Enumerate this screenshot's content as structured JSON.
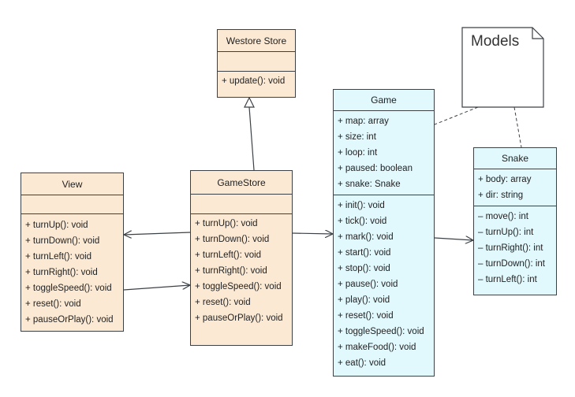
{
  "note": {
    "label": "Models"
  },
  "classes": {
    "westore": {
      "name": "Westore Store",
      "attributes": [],
      "methods": [
        "+ update(): void"
      ]
    },
    "view": {
      "name": "View",
      "attributes": [],
      "methods": [
        "+ turnUp(): void",
        "+ turnDown(): void",
        "+ turnLeft(): void",
        "+ turnRight(): void",
        "+ toggleSpeed(): void",
        "+ reset(): void",
        "+ pauseOrPlay(): void"
      ]
    },
    "gamestore": {
      "name": "GameStore",
      "attributes": [],
      "methods": [
        "+ turnUp(): void",
        "+ turnDown(): void",
        "+ turnLeft(): void",
        "+ turnRight(): void",
        "+ toggleSpeed(): void",
        "+ reset(): void",
        "+ pauseOrPlay(): void"
      ]
    },
    "game": {
      "name": "Game",
      "attributes": [
        "+ map: array",
        "+ size: int",
        "+ loop: int",
        "+ paused: boolean",
        "+ snake: Snake"
      ],
      "methods": [
        "+ init(): void",
        "+ tick(): void",
        "+ mark(): void",
        "+ start(): void",
        "+ stop(): void",
        "+ pause(): void",
        "+ play(): void",
        "+ reset(): void",
        "+ toggleSpeed(): void",
        "+ makeFood(): void",
        "+ eat(): void"
      ]
    },
    "snake": {
      "name": "Snake",
      "attributes": [
        "+ body: array",
        "+ dir: string"
      ],
      "methods": [
        "– move(): int",
        "– turnUp(): int",
        "– turnRight(): int",
        "– turnDown(): int",
        "– turnLeft(): int"
      ]
    }
  },
  "colors": {
    "class_fill_store": "#fbe9d4",
    "class_fill_model": "#e1f8fd",
    "border": "#3c4146"
  }
}
